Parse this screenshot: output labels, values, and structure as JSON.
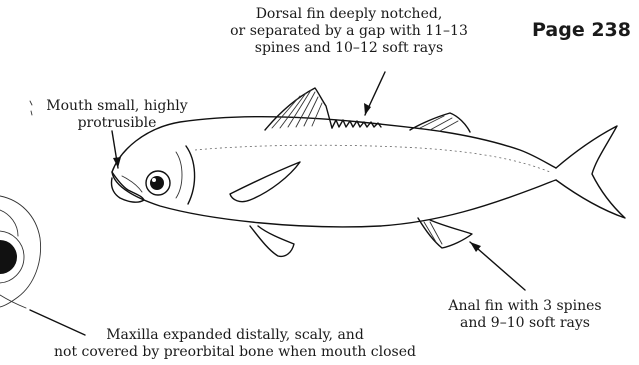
{
  "page_label": "Page 238",
  "annotations": {
    "dorsal": [
      "Dorsal fin deeply notched,",
      "or separated by a gap with 11–13",
      "spines and 10–12 soft rays"
    ],
    "mouth": [
      "Mouth small, highly",
      "protrusible"
    ],
    "anal": [
      "Anal fin with 3 spines",
      "and 9–10 soft rays"
    ],
    "maxilla": [
      "Maxilla expanded distally, scaly, and",
      "not covered by preorbital bone when mouth closed"
    ]
  }
}
